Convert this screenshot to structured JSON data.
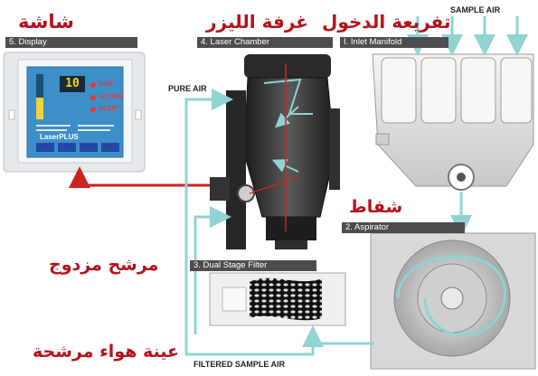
{
  "labels_ar": {
    "display": "شاشة",
    "laser_chamber": "غرفة الليزر",
    "inlet_manifold": "تفريعة الدخول",
    "aspirator": "شفاط",
    "dual_filter": "مرشح مزدوج",
    "filtered_sample": "عينة هواء مرشحة"
  },
  "labels_en": {
    "display": "5. Display",
    "laser_chamber": "4. Laser Chamber",
    "inlet_manifold": "I. Inlet Manifold",
    "aspirator": "2. Aspirator",
    "dual_filter": "3. Dual Stage Filter",
    "sample_air": "SAMPLE AIR",
    "pure_air": "PURE AIR",
    "filtered_sample_air": "FILTERED SAMPLE AIR"
  },
  "panel": {
    "readout": "10",
    "fire": "FIRE",
    "action": "ACTION",
    "alert": "ALERT",
    "brand": "LaserPLUS"
  },
  "colors": {
    "arabic_text": "#b5121b",
    "flow_line": "#8fd3d3",
    "signal_line": "#cc2222",
    "label_bar": "#4d4d4d"
  }
}
